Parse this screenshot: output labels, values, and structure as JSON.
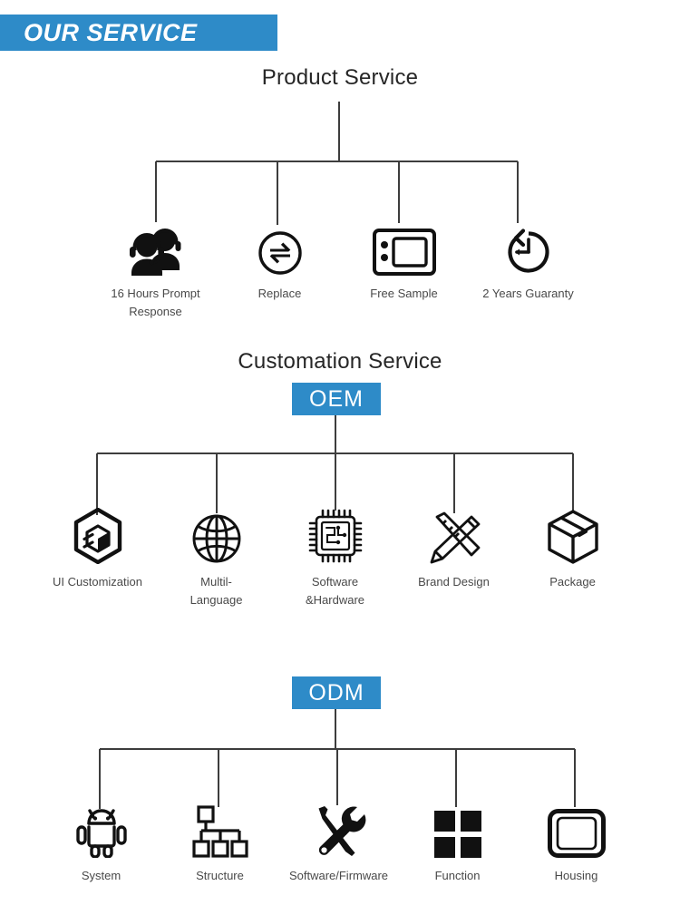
{
  "banner": {
    "label": "OUR SERVICE",
    "color": "#2e8bc8"
  },
  "accent_color": "#2e8bc8",
  "line_color": "#3d3d3d",
  "icon_color": "#111111",
  "label_color": "#494949",
  "sections": {
    "product": {
      "title": "Product Service",
      "nodes": [
        {
          "label": "16 Hours Prompt\nResponse",
          "icon": "support-headset-icon"
        },
        {
          "label": "Replace",
          "icon": "exchange-circle-icon"
        },
        {
          "label": "Free Sample",
          "icon": "microwave-device-icon"
        },
        {
          "label": "2 Years Guaranty",
          "icon": "clock-rewind-icon"
        }
      ]
    },
    "customation": {
      "title": "Customation Service",
      "oem": {
        "badge": "OEM",
        "nodes": [
          {
            "label": "UI Customization",
            "icon": "hexagon-box-icon"
          },
          {
            "label": "Multil-\nLanguage",
            "icon": "globe-icon"
          },
          {
            "label": "Software\n&Hardware",
            "icon": "cpu-chip-icon"
          },
          {
            "label": "Brand Design",
            "icon": "pencil-ruler-icon"
          },
          {
            "label": "Package",
            "icon": "package-box-icon"
          }
        ]
      },
      "odm": {
        "badge": "ODM",
        "nodes": [
          {
            "label": "System",
            "icon": "android-robot-icon"
          },
          {
            "label": "Structure",
            "icon": "hierarchy-tree-icon"
          },
          {
            "label": "Software/Firmware",
            "icon": "screwdriver-wrench-icon"
          },
          {
            "label": "Function",
            "icon": "four-squares-grid-icon"
          },
          {
            "label": "Housing",
            "icon": "rounded-frame-icon"
          }
        ]
      }
    }
  }
}
